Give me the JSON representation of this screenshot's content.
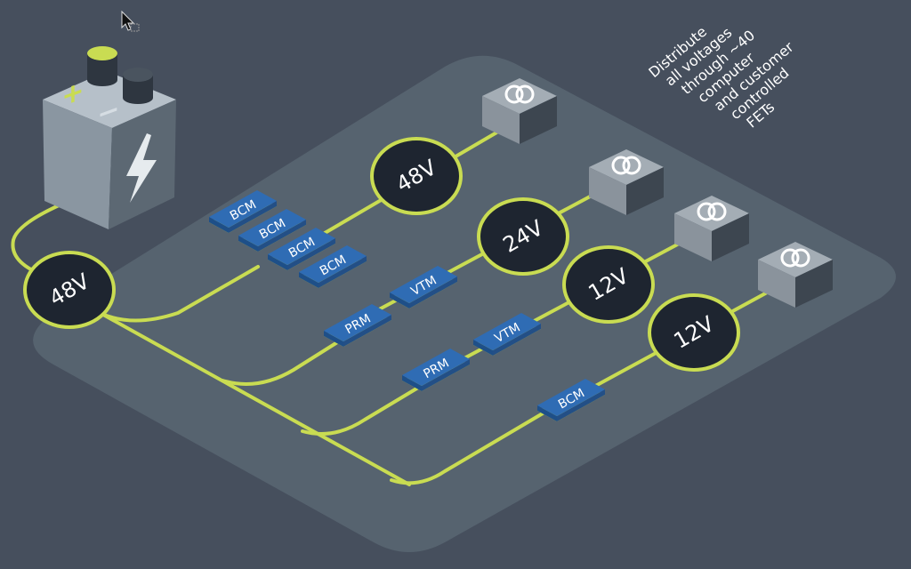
{
  "battery": {
    "plus": "+",
    "minus": "−"
  },
  "hubs": [
    {
      "label": "48V"
    },
    {
      "label": "48V"
    },
    {
      "label": "24V"
    },
    {
      "label": "12V"
    },
    {
      "label": "12V"
    }
  ],
  "modules": [
    {
      "label": "BCM"
    },
    {
      "label": "BCM"
    },
    {
      "label": "BCM"
    },
    {
      "label": "BCM"
    },
    {
      "label": "VTM"
    },
    {
      "label": "PRM"
    },
    {
      "label": "VTM"
    },
    {
      "label": "PRM"
    },
    {
      "label": "BCM"
    }
  ],
  "annotation": {
    "lines": [
      "Distribute",
      "all voltages",
      "through ~40",
      "computer",
      "and customer",
      "controlled",
      "FETs"
    ]
  },
  "colors": {
    "background": "#464f5d",
    "platform": "#56636f",
    "wire": "#c9dc52",
    "module_blue": "#2f6cb4",
    "hub_fill": "#1e2530",
    "battery_body": "#8a96a1",
    "load_box": "#8a939c"
  }
}
